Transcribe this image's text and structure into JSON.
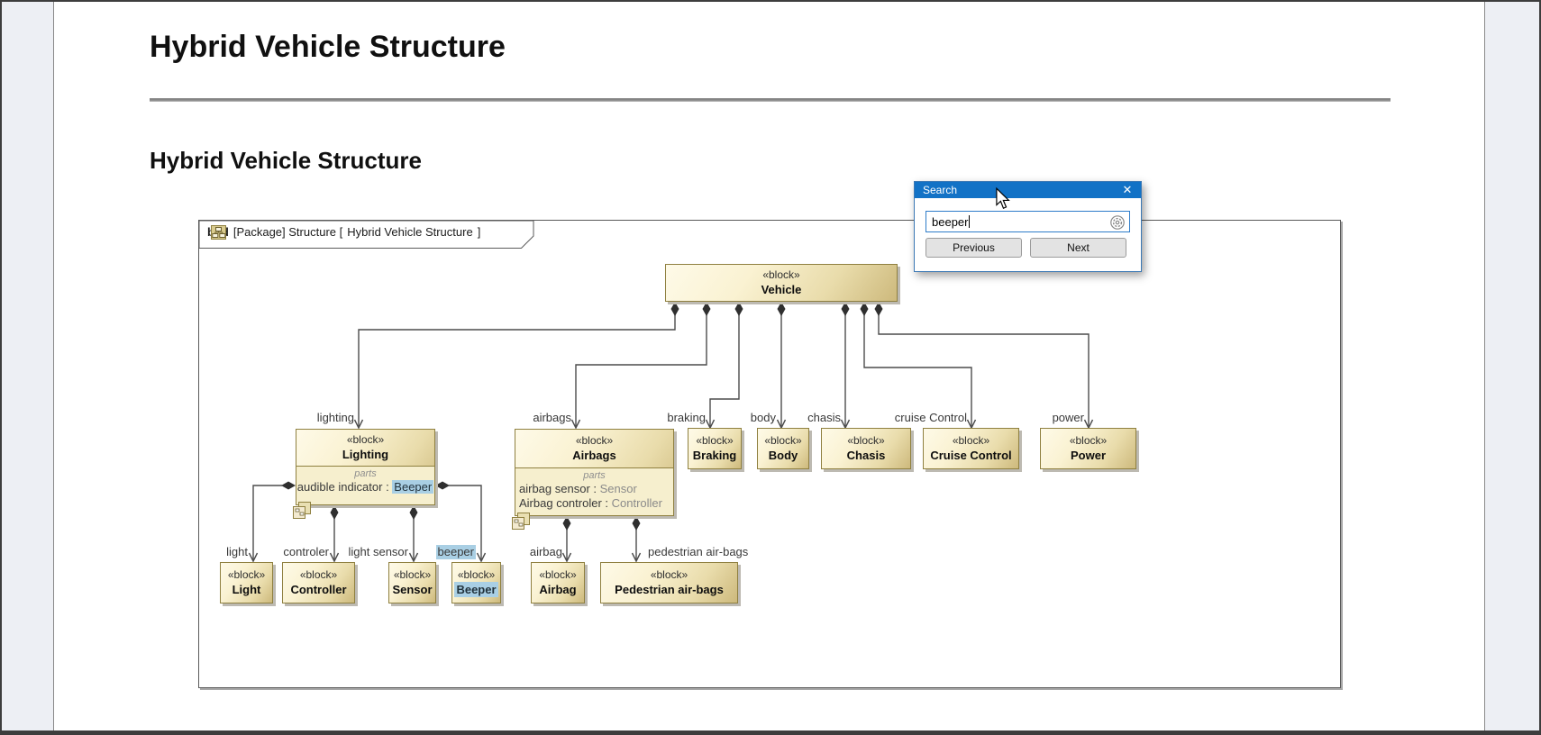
{
  "page": {
    "h1": "Hybrid Vehicle Structure",
    "h2": "Hybrid Vehicle Structure"
  },
  "search_dialog": {
    "title": "Search",
    "close_icon": "✕",
    "query": "beeper",
    "buttons": {
      "previous": "Previous",
      "next": "Next"
    }
  },
  "diagram": {
    "frame": {
      "kind": "bdd",
      "context": "[Package] Structure [",
      "name": "Hybrid Vehicle Structure",
      "close_bracket": "]"
    },
    "stereotype": "«block»",
    "parts_keyword": "parts",
    "blocks": {
      "vehicle": {
        "name": "Vehicle"
      },
      "lighting": {
        "name": "Lighting",
        "part_prefix": "audible indicator : ",
        "part_highlight": "Beeper"
      },
      "airbags": {
        "name": "Airbags",
        "parts": [
          {
            "n": "airbag sensor :",
            "t": " Sensor"
          },
          {
            "n": "Airbag controler :",
            "t": " Controller"
          }
        ]
      },
      "braking": {
        "name": "Braking"
      },
      "body": {
        "name": "Body"
      },
      "chasis": {
        "name": "Chasis"
      },
      "cruise_control": {
        "name": "Cruise Control"
      },
      "power": {
        "name": "Power"
      },
      "light": {
        "name": "Light"
      },
      "controller": {
        "name": "Controller"
      },
      "sensor": {
        "name": "Sensor"
      },
      "beeper": {
        "name": "Beeper"
      },
      "airbag": {
        "name": "Airbag"
      },
      "pedestrian_airbags": {
        "name": "Pedestrian air-bags"
      }
    },
    "edge_labels": {
      "lighting": "lighting",
      "airbags": "airbags",
      "braking": "braking",
      "body": "body",
      "chasis": "chasis",
      "cruise_control": "cruise Control",
      "power": "power",
      "light": "light",
      "controler": "controler",
      "light_sensor": "light sensor",
      "beeper": "beeper",
      "airbag": "airbag",
      "pedestrian_airbags": "pedestrian air-bags"
    },
    "highlight_color": "#a9cfe4"
  }
}
